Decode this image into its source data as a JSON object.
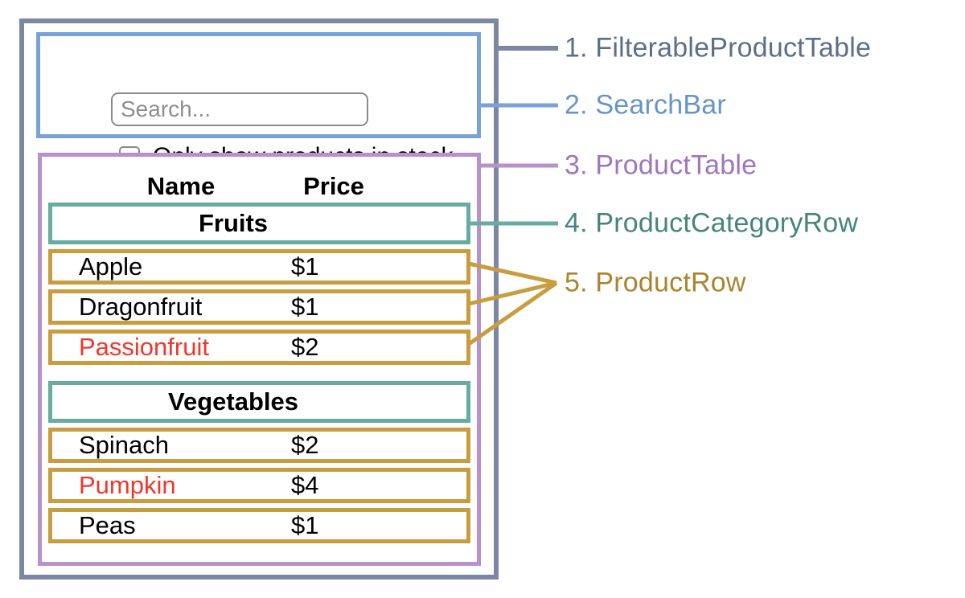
{
  "app": {
    "search": {
      "placeholder": "Search...",
      "checkbox_label": "Only show products in stock",
      "checkbox_checked": false
    },
    "table": {
      "headers": {
        "name": "Name",
        "price": "Price"
      },
      "sections": [
        {
          "category": "Fruits",
          "rows": [
            {
              "name": "Apple",
              "price": "$1",
              "out_of_stock": false
            },
            {
              "name": "Dragonfruit",
              "price": "$1",
              "out_of_stock": false
            },
            {
              "name": "Passionfruit",
              "price": "$2",
              "out_of_stock": true
            }
          ]
        },
        {
          "category": "Vegetables",
          "rows": [
            {
              "name": "Spinach",
              "price": "$2",
              "out_of_stock": false
            },
            {
              "name": "Pumpkin",
              "price": "$4",
              "out_of_stock": true
            },
            {
              "name": "Peas",
              "price": "$1",
              "out_of_stock": false
            }
          ]
        }
      ]
    }
  },
  "legend": [
    {
      "label": "1. FilterableProductTable"
    },
    {
      "label": "2. SearchBar"
    },
    {
      "label": "3. ProductTable"
    },
    {
      "label": "4. ProductCategoryRow"
    },
    {
      "label": "5. ProductRow"
    }
  ],
  "colors": {
    "outer-border": "#7b87a3",
    "outer-label": "#5d6e8d",
    "search-border": "#79a3d6",
    "search-label": "#6794c9",
    "table-border": "#b691ca",
    "table-label": "#a076ba",
    "category-border": "#67aca0",
    "category-label": "#46857a",
    "row-border": "#c79d40",
    "row-label": "#aa852f",
    "out-of-stock-text": "#f0372b",
    "input-border": "#8b8b8b",
    "placeholder-text": "#8e8e8e"
  }
}
